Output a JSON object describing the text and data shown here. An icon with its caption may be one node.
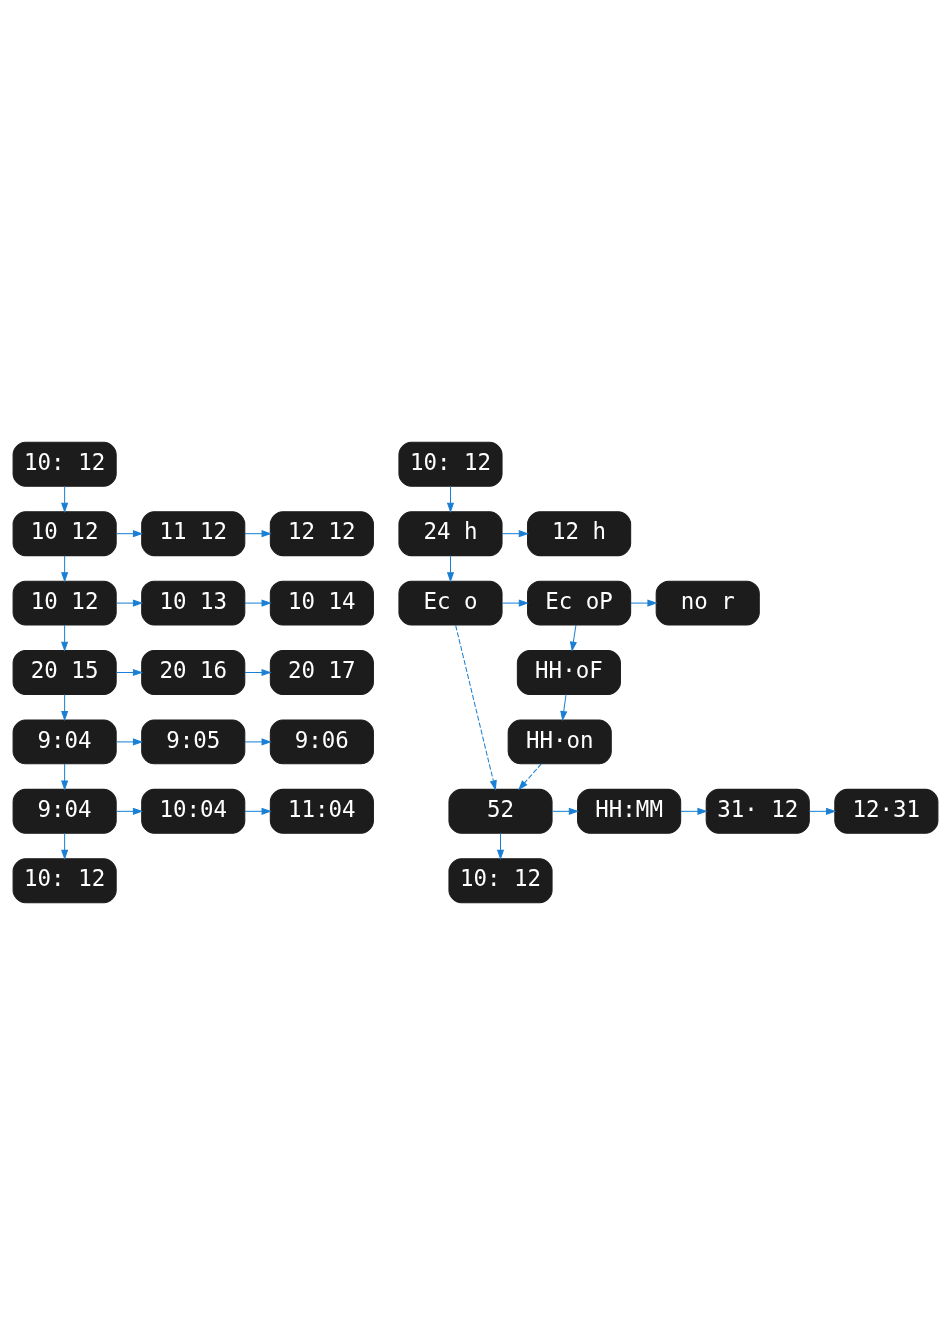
{
  "diagram": {
    "nodes": [
      {
        "text": [
          "10: 12"
        ]
      },
      {
        "text": [
          "10 12"
        ]
      },
      {
        "text": [
          "11 12"
        ]
      },
      {
        "text": [
          "12 12"
        ]
      },
      {
        "text": [
          "10 12"
        ]
      },
      {
        "text": [
          "10 13"
        ]
      },
      {
        "text": [
          "10 14"
        ]
      },
      {
        "text": [
          "20 15"
        ]
      },
      {
        "text": [
          "20 16"
        ]
      },
      {
        "text": [
          "20 17"
        ]
      },
      {
        "text": [
          "9:04"
        ]
      },
      {
        "text": [
          "9:05"
        ]
      },
      {
        "text": [
          "9:06"
        ]
      },
      {
        "text": [
          "9:04"
        ]
      },
      {
        "text": [
          "10:04"
        ]
      },
      {
        "text": [
          "11:04"
        ]
      },
      {
        "text": [
          "10: 12"
        ]
      },
      {
        "text": [
          "10: 12"
        ]
      },
      {
        "text": [
          "24 h"
        ]
      },
      {
        "text": [
          "12 h"
        ]
      },
      {
        "text": [
          "Ec o"
        ]
      },
      {
        "text": [
          "Ec oP"
        ]
      },
      {
        "text": [
          "no r"
        ]
      },
      {
        "text": [
          "HH·oF"
        ]
      },
      {
        "text": [
          "HH·on"
        ]
      },
      {
        "text": [
          "52"
        ]
      },
      {
        "text": [
          "HH:MM"
        ]
      },
      {
        "text": [
          "31· 12"
        ]
      },
      {
        "text": [
          "12·31"
        ]
      },
      {
        "text": [
          "10: 12"
        ]
      }
    ],
    "edges": [
      {
        "from": 0,
        "to": 1,
        "arrow": "to"
      },
      {
        "from": 1,
        "to": 2,
        "arrow": "to"
      },
      {
        "from": 2,
        "to": 3,
        "arrow": "to"
      },
      {
        "from": 1,
        "to": 4,
        "arrow": "to"
      },
      {
        "from": 4,
        "to": 5,
        "arrow": "to"
      },
      {
        "from": 5,
        "to": 6,
        "arrow": "to"
      },
      {
        "from": 4,
        "to": 7,
        "arrow": "to"
      },
      {
        "from": 7,
        "to": 8,
        "arrow": "to"
      },
      {
        "from": 8,
        "to": 9,
        "arrow": "to"
      },
      {
        "from": 7,
        "to": 10,
        "arrow": "to"
      },
      {
        "from": 10,
        "to": 11,
        "arrow": "to"
      },
      {
        "from": 11,
        "to": 12,
        "arrow": "to"
      },
      {
        "from": 10,
        "to": 13,
        "arrow": "to"
      },
      {
        "from": 13,
        "to": 14,
        "arrow": "to"
      },
      {
        "from": 14,
        "to": 15,
        "arrow": "to"
      },
      {
        "from": 13,
        "to": 16,
        "arrow": "to"
      },
      {
        "from": 17,
        "to": 18,
        "arrow": "to"
      },
      {
        "from": 18,
        "to": 19,
        "arrow": "to"
      },
      {
        "from": 18,
        "to": 20,
        "arrow": "to"
      },
      {
        "from": 20,
        "to": 21,
        "arrow": "to"
      },
      {
        "from": 21,
        "to": 22,
        "arrow": "to"
      },
      {
        "from": 21,
        "to": 23,
        "arrow": "to"
      },
      {
        "from": 23,
        "to": 24,
        "arrow": "to"
      },
      {
        "from": 20,
        "to": 25,
        "arrow": "to",
        "style": "dashed"
      },
      {
        "from": 24,
        "to": 25,
        "arrow": "to",
        "style": "dashed"
      },
      {
        "from": 25,
        "to": 26,
        "arrow": "to"
      },
      {
        "from": 26,
        "to": 27,
        "arrow": "to"
      },
      {
        "from": 27,
        "to": 28,
        "arrow": "to"
      },
      {
        "from": 25,
        "to": 29,
        "arrow": "to"
      }
    ]
  }
}
